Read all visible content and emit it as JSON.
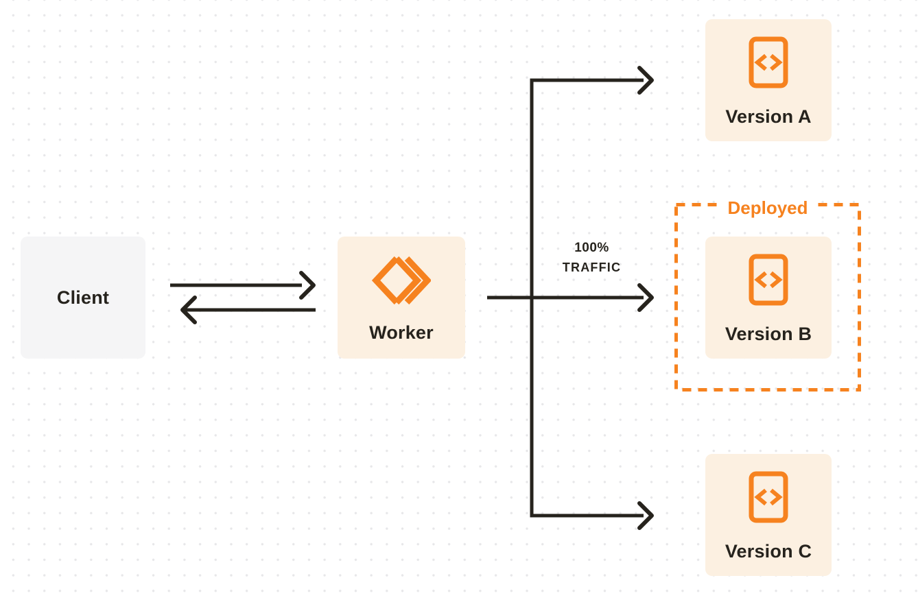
{
  "colors": {
    "orange": "#f6821f",
    "cream": "#fcf0e1",
    "gray_box": "#f5f5f6",
    "ink": "#26231d",
    "dot": "#e7e7e9"
  },
  "nodes": {
    "client": {
      "label": "Client"
    },
    "worker": {
      "label": "Worker",
      "icon": "workers-logo-icon"
    },
    "versions": [
      {
        "label": "Version A",
        "icon": "code-file-icon"
      },
      {
        "label": "Version B",
        "icon": "code-file-icon"
      },
      {
        "label": "Version C",
        "icon": "code-file-icon"
      }
    ]
  },
  "annotations": {
    "deployed_label": "Deployed",
    "traffic_line1": "100%",
    "traffic_line2": "TRAFFIC"
  }
}
